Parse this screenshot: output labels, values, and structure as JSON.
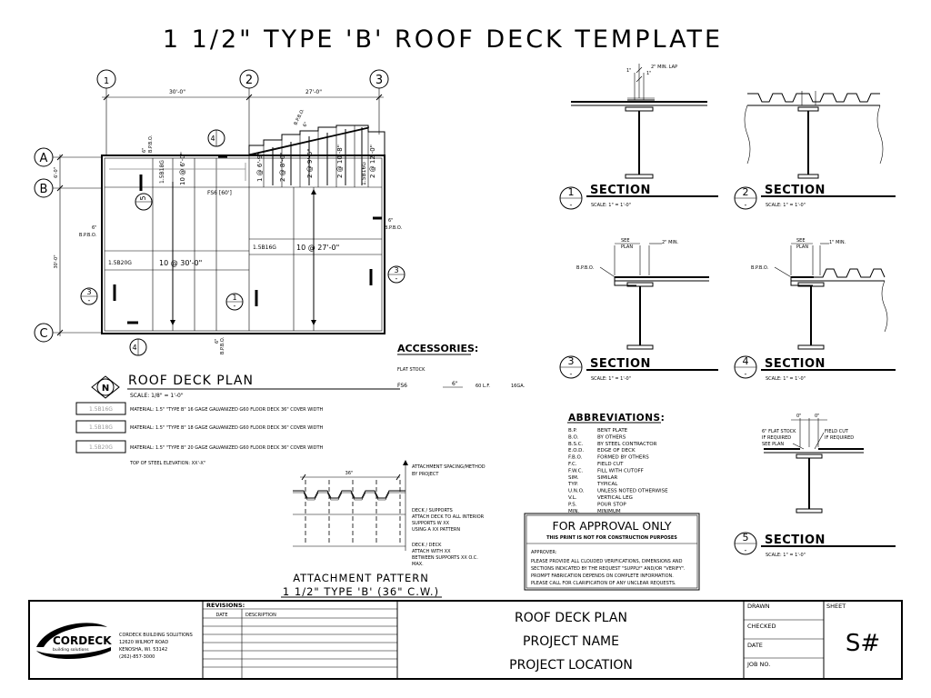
{
  "title": "1 1/2\" TYPE 'B' ROOF DECK TEMPLATE",
  "plan": {
    "grid_cols": [
      "1",
      "2",
      "3"
    ],
    "grid_rows": [
      "A",
      "B",
      "C"
    ],
    "dim_30": "30'-0\"",
    "dim_27": "27'-0\"",
    "dim_6": "6'-0\"",
    "dim_30v": "30'-0\"",
    "fs6": "FS6 [60']",
    "bpbo": "B.P.B.O.",
    "six_in": "6\"",
    "label_1_5b20g": "1.5B20G",
    "label_10_30": "10 @ 30'-0\"",
    "label_1_5b16g": "1.5B16G",
    "label_10_27": "10 @ 27'-0\"",
    "label_1_5b18g": "1.5B18G",
    "label_10_6": "10 @ 6'-0\"",
    "label_1_5b16g_b": "1.5B16G",
    "steps": [
      "1 @ 6'-9\"",
      "2 @ 8'-0\"",
      "2 @ 9'-5\"",
      "2 @ 10'-8\"",
      "2 @ 12'-0\""
    ],
    "callouts": [
      "5",
      "4",
      "3",
      "1",
      "4",
      "3"
    ],
    "callout_dash": "-",
    "north": "N",
    "plan_title": "ROOF DECK PLAN",
    "plan_scale": "SCALE:  1/8\" = 1'-0\""
  },
  "materials": [
    {
      "tag": "1.5B16G",
      "text": "MATERIAL:  1.5\" \"TYPE B\" 16 GAGE GALVANIZED G60 FLOOR DECK 36\" COVER WIDTH"
    },
    {
      "tag": "1.5B18G",
      "text": "MATERIAL:  1.5\" \"TYPE B\" 18 GAGE GALVANIZED G60 FLOOR DECK 36\" COVER WIDTH"
    },
    {
      "tag": "1.5B20G",
      "text": "MATERIAL:  1.5\" \"TYPE B\" 20 GAGE GALVANIZED G60 FLOOR DECK 36\" COVER WIDTH"
    }
  ],
  "top_of_steel": "TOP OF STEEL ELEVATION:  XX'-X\"",
  "accessories": {
    "title": "ACCESSORIES:",
    "sub": "FLAT STOCK",
    "item": "FS6",
    "size": "6\"",
    "length": "60 L.F.",
    "gauge": "16GA."
  },
  "attachment": {
    "dim": "36\"",
    "note1": [
      "ATTACHMENT SPACING/METHOD",
      "BY PROJECT"
    ],
    "note2": [
      "DECK / SUPPORTS",
      "ATTACH DECK TO ALL INTERIOR",
      "SUPPORTS W XX",
      "USING A XX PATTERN"
    ],
    "note3": [
      "DECK / DECK",
      "ATTACH WITH XX",
      "BETWEEN SUPPORTS XX O.C.",
      "MAX."
    ],
    "title1": "ATTACHMENT PATTERN",
    "title2": "1 1/2\" TYPE 'B' (36\" C.W.)"
  },
  "abbreviations": {
    "title": "ABBREVIATIONS:",
    "items": [
      [
        "B.P.",
        "BENT PLATE"
      ],
      [
        "B.O.",
        "BY OTHERS"
      ],
      [
        "B.S.C.",
        "BY STEEL CONTRACTOR"
      ],
      [
        "E.O.D.",
        "EDGE OF DECK"
      ],
      [
        "F.B.O.",
        "FORMED BY OTHERS"
      ],
      [
        "F.C.",
        "FIELD CUT"
      ],
      [
        "F.W.C.",
        "FILL WITH CUTOFF"
      ],
      [
        "SIM.",
        "SIMILAR"
      ],
      [
        "TYP.",
        "TYPICAL"
      ],
      [
        "U.N.O.",
        "UNLESS NOTED OTHERWISE"
      ],
      [
        "V.L.",
        "VERTICAL LEG"
      ],
      [
        "P.S.",
        "POUR STOP"
      ],
      [
        "MIN.",
        "MINIMUM"
      ]
    ]
  },
  "approval": {
    "title": "FOR APPROVAL ONLY",
    "sub": "THIS PRINT IS NOT FOR CONSTRUCTION PURPOSES",
    "approver": "APPROVER:",
    "lines": [
      "PLEASE PROVIDE ALL CLOUDED VERIFICATIONS, DIMENSIONS AND",
      "SECTIONS INDICATED BY THE REQUEST \"SUPPLY\" AND/OR \"VERIFY\".",
      "PROMPT FABRICATION DEPENDS ON COMPLETE INFORMATION.",
      "PLEASE CALL FOR CLARIFICATION OF ANY UNCLEAR REQUESTS."
    ]
  },
  "sections": {
    "word": "SECTION",
    "scale": "SCALE:  1\"  =  1'-0\"",
    "dash": "-",
    "s1_min_lap": "2\" MIN. LAP",
    "s1_dims": [
      "1\"",
      "1\""
    ],
    "s3_see_plan": [
      "SEE",
      "PLAN"
    ],
    "s3_2in": "2\" MIN.",
    "s4_1in": "1\" MIN.",
    "bpbo": "B.P.B.O.",
    "s5_zero": [
      "0\"",
      "0\""
    ],
    "s5_left": [
      "6\" FLAT STOCK",
      "IF REQUIRED",
      "SEE PLAN"
    ],
    "s5_right": [
      "FIELD CUT",
      "IF REQUIRED"
    ]
  },
  "titleblock": {
    "company_logo": "CORDECK",
    "company_logo_sub": "building solutions",
    "company_lines": [
      "CORDECK BUILDING SOLUTIONS",
      "12620 WILMOT ROAD",
      "KENOSHA, WI. 53142",
      "(262)-857-3000"
    ],
    "revisions": "REVISIONS:",
    "rev_date": "DATE",
    "rev_desc": "DESCRIPTION",
    "main": [
      "ROOF DECK PLAN",
      "PROJECT NAME",
      "PROJECT LOCATION"
    ],
    "fields": [
      "DRAWN",
      "CHECKED",
      "DATE",
      "JOB  NO."
    ],
    "sheet_label": "SHEET",
    "sheet_value": "S#"
  }
}
